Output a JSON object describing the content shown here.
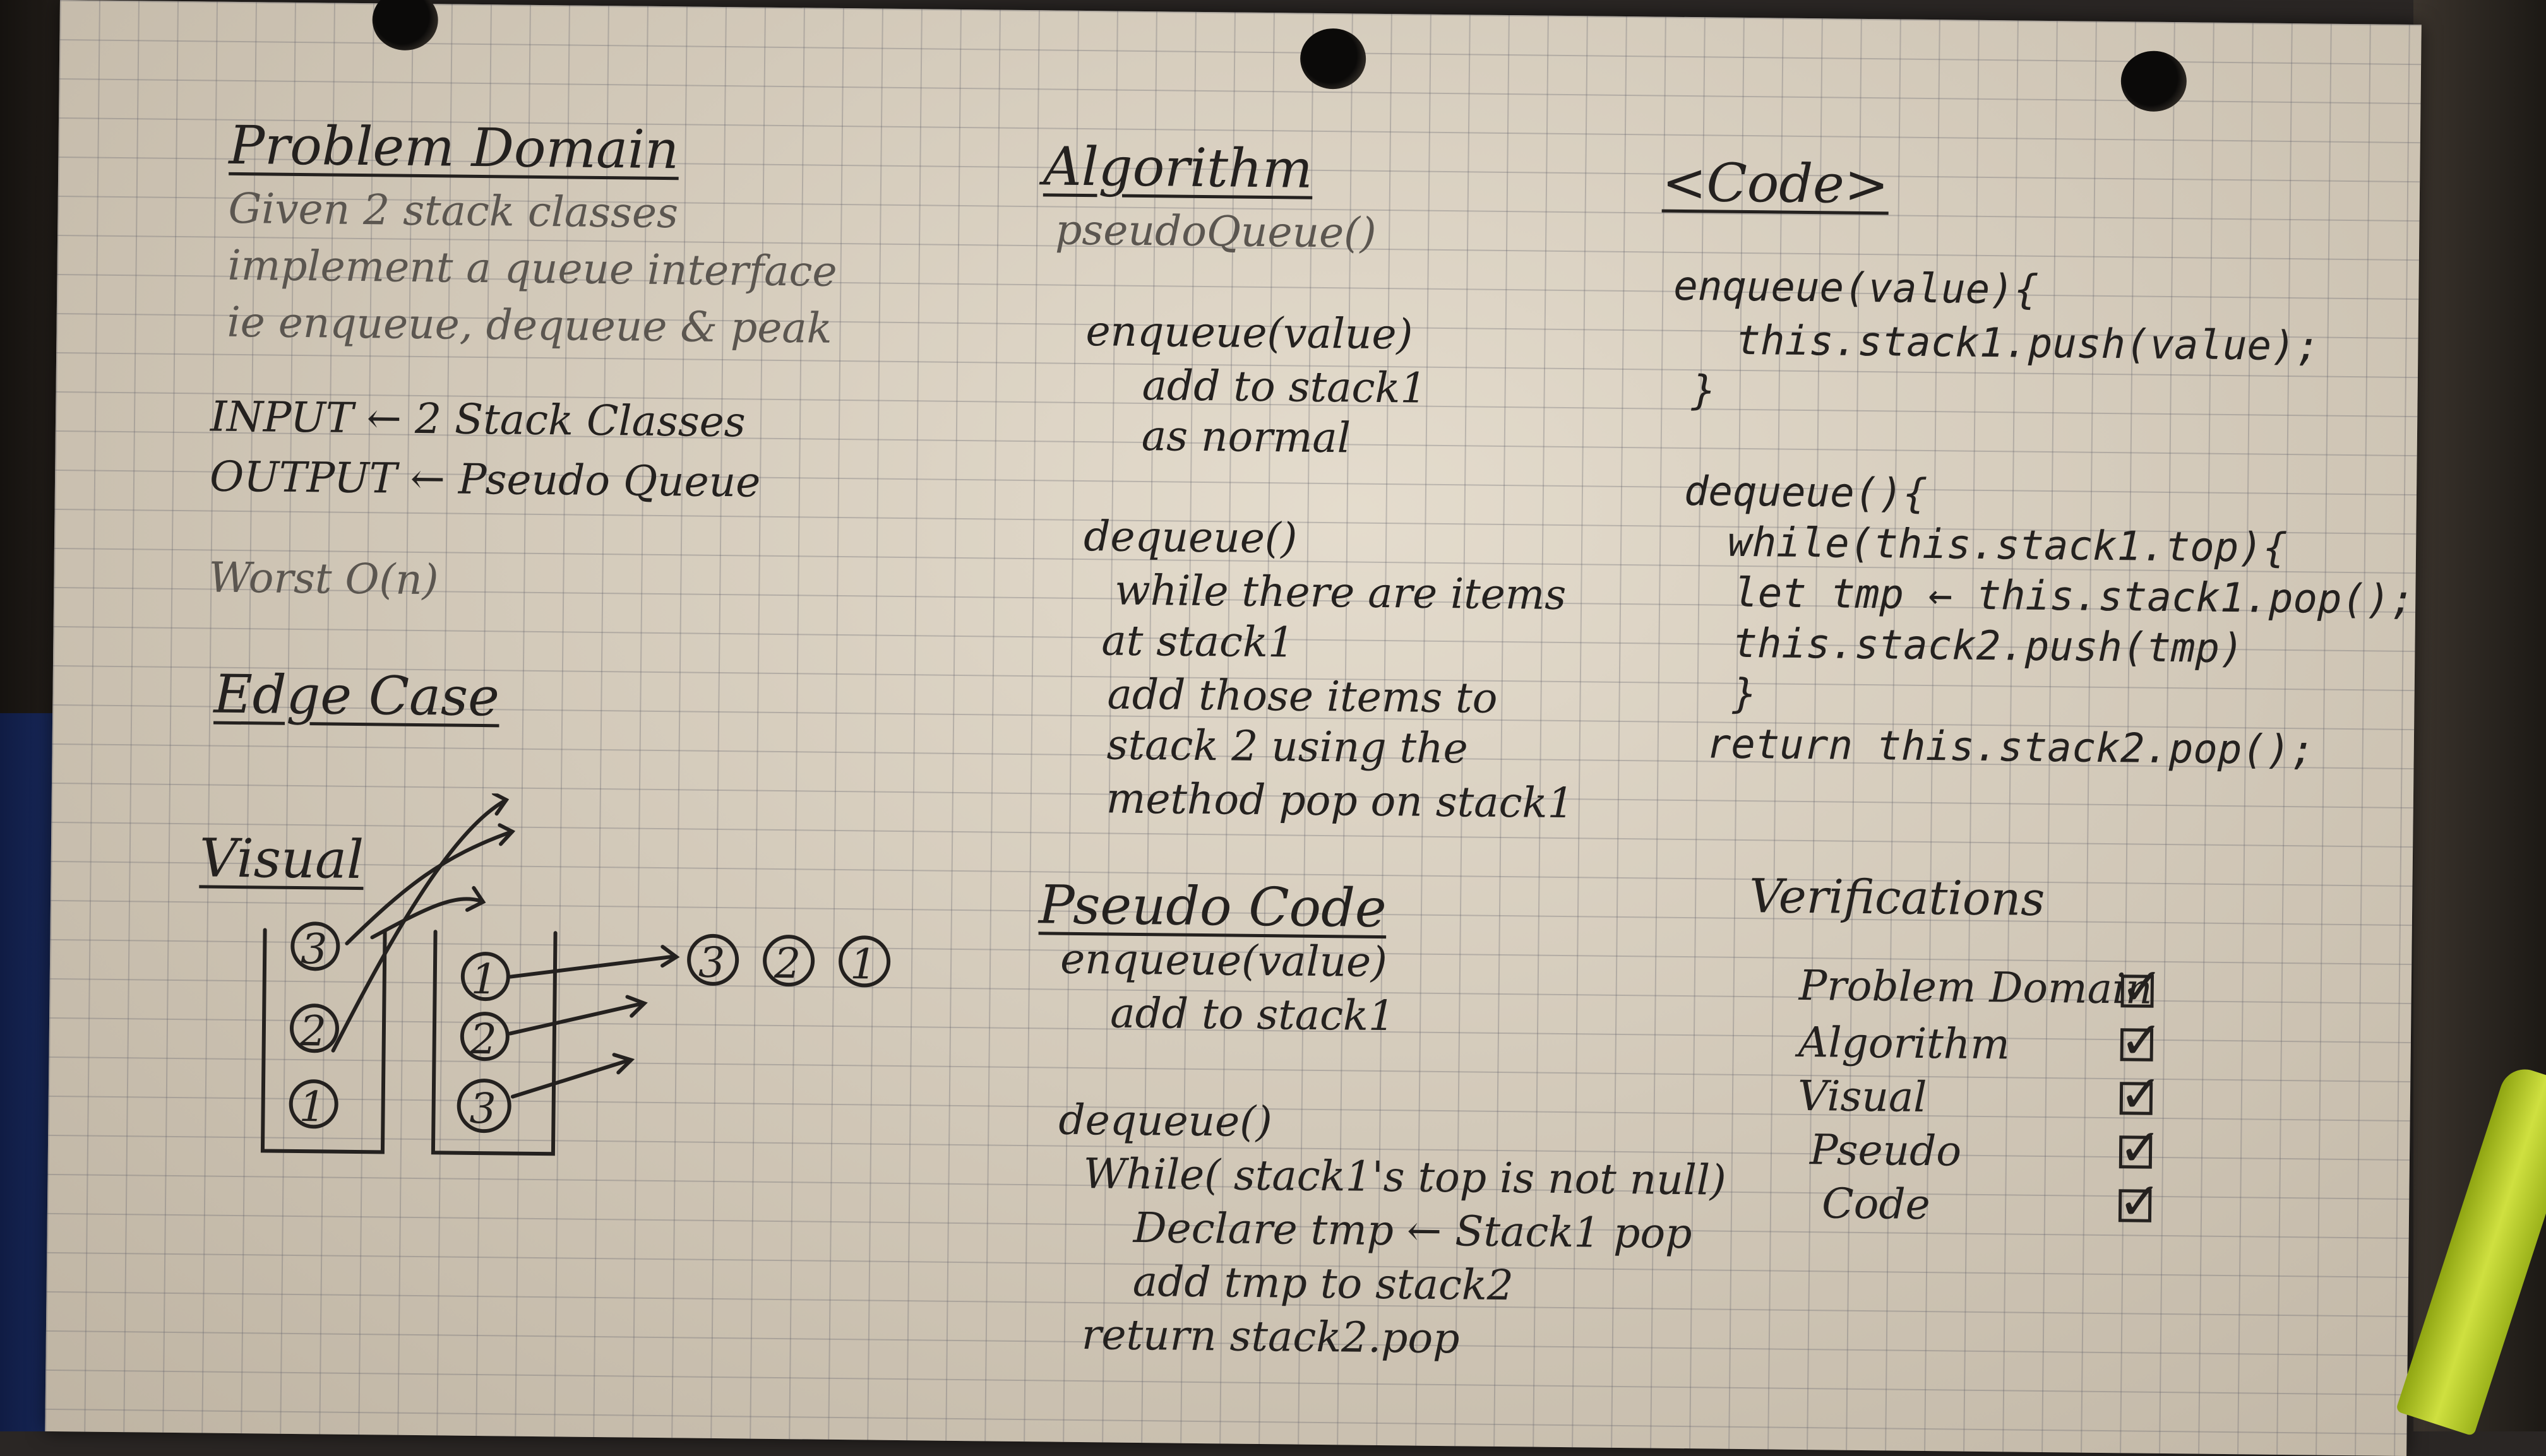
{
  "problem_domain": {
    "heading": "Problem Domain",
    "lines": [
      "Given 2 stack classes",
      "implement a queue interface",
      "ie enqueue, dequeue & peak"
    ],
    "input": "INPUT ← 2 Stack Classes",
    "output": "OUTPUT ← Pseudo Queue",
    "worst": "Worst O(n)"
  },
  "edge_case": {
    "heading": "Edge Case"
  },
  "visual": {
    "heading": "Visual",
    "stack1": [
      "3",
      "2",
      "1"
    ],
    "stack2": [
      "1",
      "2",
      "3"
    ],
    "result": [
      "3",
      "2",
      "1"
    ]
  },
  "algorithm": {
    "heading": "Algorithm",
    "name": "pseudoQueue()",
    "enqueue_sig": "enqueue(value)",
    "enqueue_lines": [
      "add to stack1",
      "as normal"
    ],
    "dequeue_sig": "dequeue()",
    "dequeue_lines": [
      "while there are items",
      "at stack1",
      "add those items to",
      "stack 2 using the",
      "method pop on stack1"
    ]
  },
  "pseudo_code": {
    "heading": "Pseudo Code",
    "enqueue_sig": "enqueue(value)",
    "enqueue_body": "add to stack1",
    "dequeue_sig": "dequeue()",
    "dequeue_while": "While( stack1's top is not null)",
    "dequeue_lines": [
      "Declare tmp ← Stack1 pop",
      "add tmp to stack2"
    ],
    "dequeue_return": "return stack2.pop"
  },
  "code": {
    "heading": "<Code>",
    "lines": [
      "enqueue(value){",
      "this.stack1.push(value);",
      "}",
      "dequeue(){",
      "while(this.stack1.top){",
      "let tmp ← this.stack1.pop();",
      "this.stack2.push(tmp)",
      "}",
      "return this.stack2.pop();"
    ]
  },
  "verifications": {
    "heading": "Verifications",
    "items": [
      {
        "label": "Problem Domain",
        "checked": true
      },
      {
        "label": "Algorithm",
        "checked": true
      },
      {
        "label": "Visual",
        "checked": true
      },
      {
        "label": "Pseudo",
        "checked": true
      },
      {
        "label": "Code",
        "checked": true
      }
    ]
  },
  "colors": {
    "paper": "#d6cdbd",
    "grid": "#5f5f69",
    "ink": "#24211f",
    "highlighter": "#c9dc3a",
    "book": "#1c2f66"
  }
}
